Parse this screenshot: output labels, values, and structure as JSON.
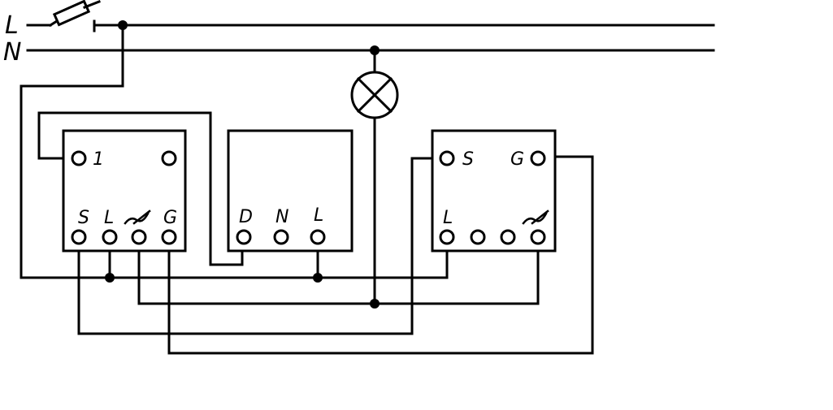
{
  "rails": {
    "live": "L",
    "neutral": "N"
  },
  "left_switch": {
    "top_left": "1",
    "bottom": [
      "S",
      "L",
      "G"
    ]
  },
  "center_unit": {
    "bottom": [
      "D",
      "N",
      "L"
    ]
  },
  "right_switch": {
    "top_left": "S",
    "top_right": "G",
    "bottom_left": "L"
  },
  "icons": [
    "fuse-icon",
    "lamp-icon",
    "dimmer-icon"
  ],
  "colors": {
    "stroke": "#000000",
    "background": "#ffffff"
  }
}
